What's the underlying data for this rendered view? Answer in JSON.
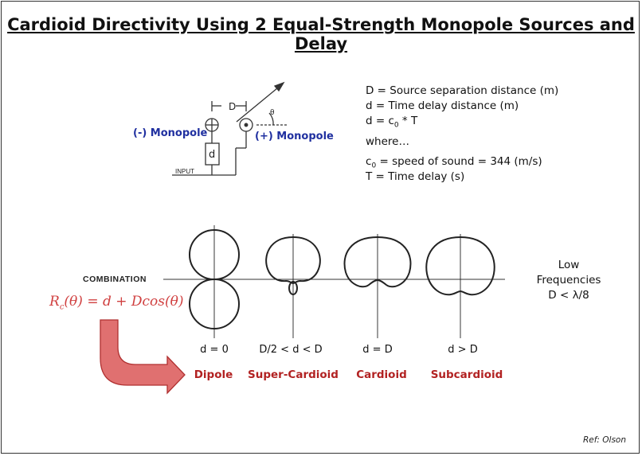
{
  "title": "Cardioid Directivity Using 2 Equal-Strength Monopole Sources and Delay",
  "definitions": {
    "line1": "D = Source separation distance (m)",
    "line2": "d = Time delay distance (m)",
    "line3_pre": "d = c",
    "line3_sub": "0",
    "line3_post": " * T",
    "line4": "where…",
    "line5_pre": "c",
    "line5_sub": "0",
    "line5_post": " = speed of sound  = 344 (m/s)",
    "line6": "T = Time delay (s)"
  },
  "schematic": {
    "neg_label": "(-) Monopole",
    "pos_label": "(+) Monopole",
    "d_sep_label": "D",
    "delay_label": "d",
    "input_label": "INPUT",
    "angle_label": "θ"
  },
  "combination_label": "COMBINATION",
  "formula": {
    "pre": "R",
    "sub": "c",
    "post": "(θ) = d + Dcos(θ)"
  },
  "patterns": [
    {
      "condition": "d = 0",
      "name": "Dipole"
    },
    {
      "condition": "D/2 < d < D",
      "name": "Super-Cardioid"
    },
    {
      "condition": "d = D",
      "name": "Cardioid"
    },
    {
      "condition": "d > D",
      "name": "Subcardioid"
    }
  ],
  "low_freq": {
    "line1": "Low",
    "line2": "Frequencies",
    "line3": "D < λ/8"
  },
  "ref": "Ref: Olson",
  "colors": {
    "title": "#111111",
    "monopole_label": "#2030a0",
    "pattern_name": "#b22222",
    "formula": "#d04040",
    "arrow_fill": "#e07070",
    "arrow_stroke": "#b03030"
  }
}
